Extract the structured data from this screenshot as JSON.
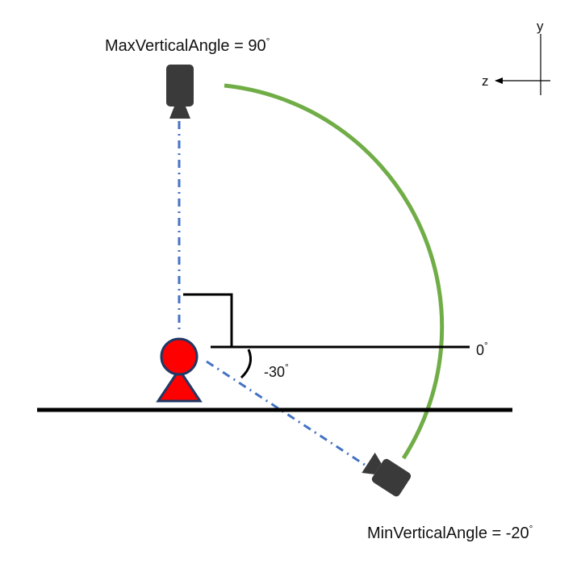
{
  "labels": {
    "max_vertical_angle": "MaxVerticalAngle = 90",
    "min_vertical_angle": "MinVerticalAngle = -20",
    "zero_angle": "0",
    "minus_thirty_angle": "-30",
    "degree_symbol": "°"
  },
  "axes": {
    "y_label": "y",
    "z_label": "z"
  },
  "colors": {
    "arc": "#70AD47",
    "guide_line": "#4472C4",
    "camera": "#3A3A3A",
    "person_fill": "#FF0000",
    "person_outline": "#1F3864",
    "line": "#000000"
  },
  "icons": {
    "camera_top": "camera-icon",
    "camera_bottom": "camera-icon",
    "person": "person-icon"
  }
}
